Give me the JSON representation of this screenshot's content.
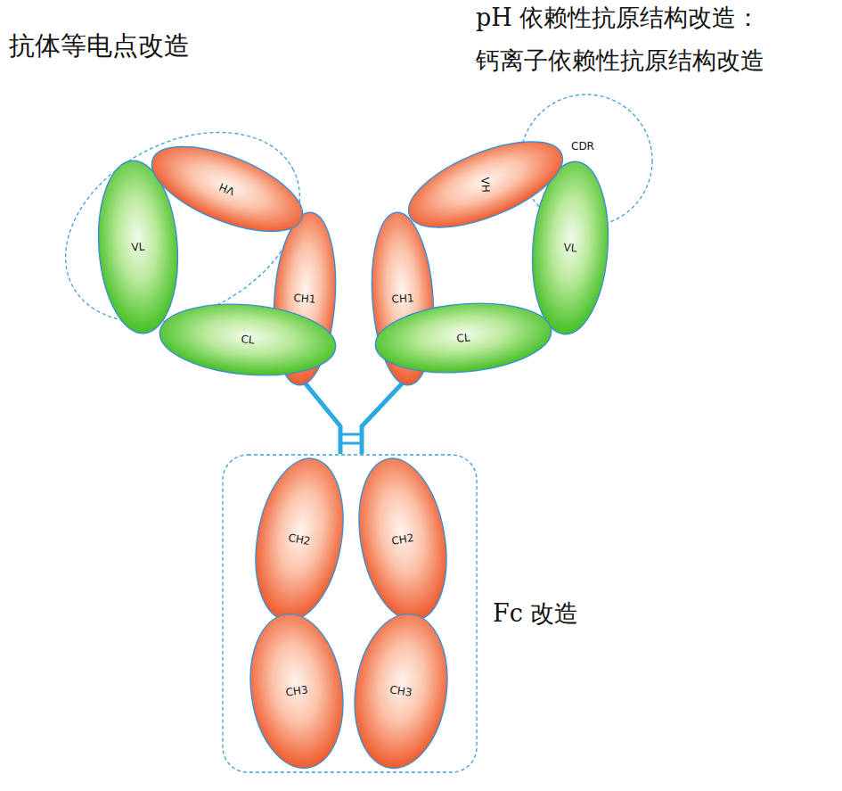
{
  "diagram": {
    "nodes": [
      {
        "text": [
          "VH"
        ]
      },
      {
        "text": [
          "VL"
        ]
      },
      {
        "text": [
          "CH1"
        ]
      },
      {
        "text": [
          "CL"
        ]
      },
      {
        "text": [
          "VH"
        ]
      },
      {
        "text": [
          "CH1"
        ]
      },
      {
        "text": [
          "VL"
        ]
      },
      {
        "text": [
          "CL"
        ]
      },
      {
        "text": [
          "CH2"
        ]
      },
      {
        "text": [
          "CH2"
        ]
      },
      {
        "text": [
          "CH3"
        ]
      },
      {
        "text": [
          "CH3"
        ]
      }
    ],
    "edges": [
      {
        "from": 2,
        "to": 8,
        "arrow": "none"
      },
      {
        "from": 5,
        "to": 9,
        "arrow": "none"
      }
    ],
    "labels": [
      "抗体等电点改造",
      "pH 依赖性抗原结构改造：",
      "钙离子依赖性抗原结构改造",
      "CDR",
      "Fc 改造"
    ]
  }
}
